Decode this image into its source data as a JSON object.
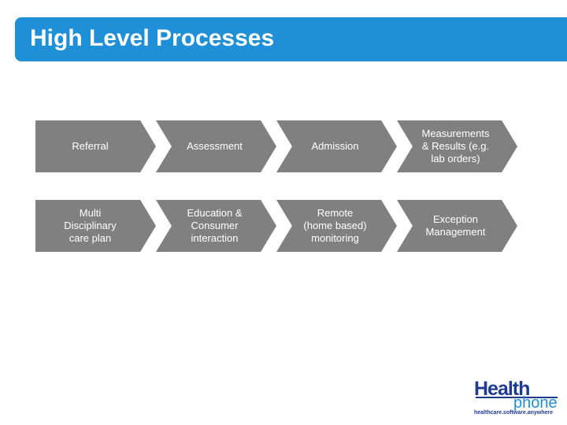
{
  "title": "High Level Processes",
  "rows": [
    {
      "steps": [
        "Referral",
        "Assessment",
        "Admission",
        "Measurements\n& Results (e.g.\nlab orders)"
      ]
    },
    {
      "steps": [
        "Multi\nDisciplinary\ncare plan",
        "Education &\nConsumer\ninteraction",
        "Remote\n(home based)\nmonitoring",
        "Exception\nManagement"
      ]
    }
  ],
  "logo": {
    "health": "Health",
    "phone": "phone",
    "tagline": "healthcare.software.anywhere"
  },
  "colors": {
    "title_bar": "#1f8fd8",
    "chevron": "#808080",
    "logo_dark": "#1f3b8f",
    "logo_light": "#1f8fd8"
  }
}
